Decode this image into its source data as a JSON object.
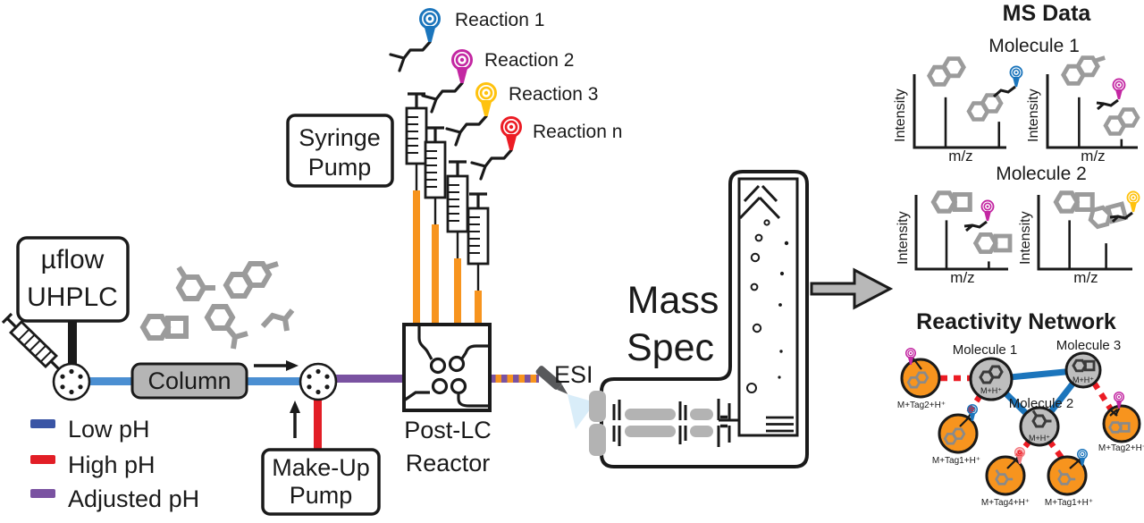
{
  "colors": {
    "line_art": "#1a1a1a",
    "low_ph": "#3A55A5",
    "high_ph": "#E21E26",
    "adjusted_ph": "#7A52A1",
    "low_ph_tube": "#4B8FD2",
    "reagent_orange": "#F7941E",
    "molecule_gray": "#9B9B9B",
    "instrument_gray": "#B3B3B3"
  },
  "syringe_pump": {
    "line1": "Syringe",
    "line2": "Pump"
  },
  "reactions": [
    {
      "label": "Reaction 1",
      "color": "#1B75BC"
    },
    {
      "label": "Reaction 2",
      "color": "#C327A2"
    },
    {
      "label": "Reaction 3",
      "color": "#FFC20E"
    },
    {
      "label": "Reaction n",
      "color": "#EC1C24"
    }
  ],
  "uhplc": {
    "line1": "µflow",
    "line2": "UHPLC"
  },
  "column_label": "Column",
  "legend": [
    {
      "label": "Low pH",
      "color": "#3A55A5"
    },
    {
      "label": "High pH",
      "color": "#E21E26"
    },
    {
      "label": "Adjusted pH",
      "color": "#7A52A1"
    }
  ],
  "makeup_pump": {
    "line1": "Make-Up",
    "line2": "Pump"
  },
  "reactor": {
    "line1": "Post-LC",
    "line2": "Reactor"
  },
  "esi_label": "ESI",
  "mass_spec": {
    "line1": "Mass",
    "line2": "Spec"
  },
  "ms_data": {
    "header": "MS Data",
    "group1": "Molecule 1",
    "group2": "Molecule 2"
  },
  "chart_data": [
    {
      "type": "line",
      "group": "Molecule 1",
      "panel": "left",
      "ylabel": "Intensity",
      "xlabel": "m/z",
      "axis_numeric_labels": false,
      "tag_color": "#1B75BC",
      "peaks": [
        {
          "mz_rel": 0.34,
          "intensity_rel": 0.72
        },
        {
          "mz_rel": 0.92,
          "intensity_rel": 0.37
        }
      ]
    },
    {
      "type": "line",
      "group": "Molecule 1",
      "panel": "right",
      "ylabel": "Intensity",
      "xlabel": "m/z",
      "axis_numeric_labels": false,
      "tag_color": "#C327A2",
      "peaks": [
        {
          "mz_rel": 0.35,
          "intensity_rel": 0.72
        },
        {
          "mz_rel": 0.82,
          "intensity_rel": 0.12
        }
      ]
    },
    {
      "type": "line",
      "group": "Molecule 2",
      "panel": "left",
      "ylabel": "Intensity",
      "xlabel": "m/z",
      "axis_numeric_labels": false,
      "tag_color": "#C327A2",
      "peaks": [
        {
          "mz_rel": 0.33,
          "intensity_rel": 0.7
        },
        {
          "mz_rel": 0.79,
          "intensity_rel": 0.11
        }
      ]
    },
    {
      "type": "line",
      "group": "Molecule 2",
      "panel": "right",
      "ylabel": "Intensity",
      "xlabel": "m/z",
      "axis_numeric_labels": false,
      "tag_color": "#FFC20E",
      "peaks": [
        {
          "mz_rel": 0.33,
          "intensity_rel": 0.7
        },
        {
          "mz_rel": 0.72,
          "intensity_rel": 0.37
        }
      ]
    }
  ],
  "network": {
    "header": "Reactivity Network",
    "molecule_nodes": [
      {
        "label": "Molecule 1",
        "sublabel": "M+H⁺"
      },
      {
        "label": "Molecule 2",
        "sublabel": "M+H⁺"
      },
      {
        "label": "Molecule 3",
        "sublabel": "M+H⁺"
      }
    ],
    "tagged_nodes": [
      {
        "label": "M+Tag2+H⁺",
        "tag_color": "#C327A2"
      },
      {
        "label": "M+Tag1+H⁺",
        "tag_color": "#1B75BC"
      },
      {
        "label": "M+Tag4+H⁺",
        "tag_color": "#F4777C"
      },
      {
        "label": "M+Tag1+H⁺",
        "tag_color": "#1B75BC"
      },
      {
        "label": "M+Tag2+H⁺",
        "tag_color": "#C327A2"
      }
    ],
    "edges": {
      "solid": [
        [
          "Molecule 1",
          "Molecule 3"
        ],
        [
          "Molecule 1",
          "Molecule 2"
        ],
        [
          "Molecule 2",
          "Molecule 3"
        ]
      ],
      "dashed": [
        [
          "Molecule 1",
          "M+Tag2+H⁺ left"
        ],
        [
          "Molecule 1",
          "M+Tag1+H⁺ upper"
        ],
        [
          "Molecule 2",
          "M+Tag4+H⁺"
        ],
        [
          "Molecule 2",
          "M+Tag1+H⁺ lower"
        ],
        [
          "Molecule 3",
          "M+Tag2+H⁺ right"
        ]
      ]
    },
    "colors": {
      "solid_edge": "#1B75BC",
      "dashed_edge": "#EC1C24",
      "molecule_node_fill": "#BEBEBE",
      "tagged_node_fill": "#F7941E"
    }
  }
}
